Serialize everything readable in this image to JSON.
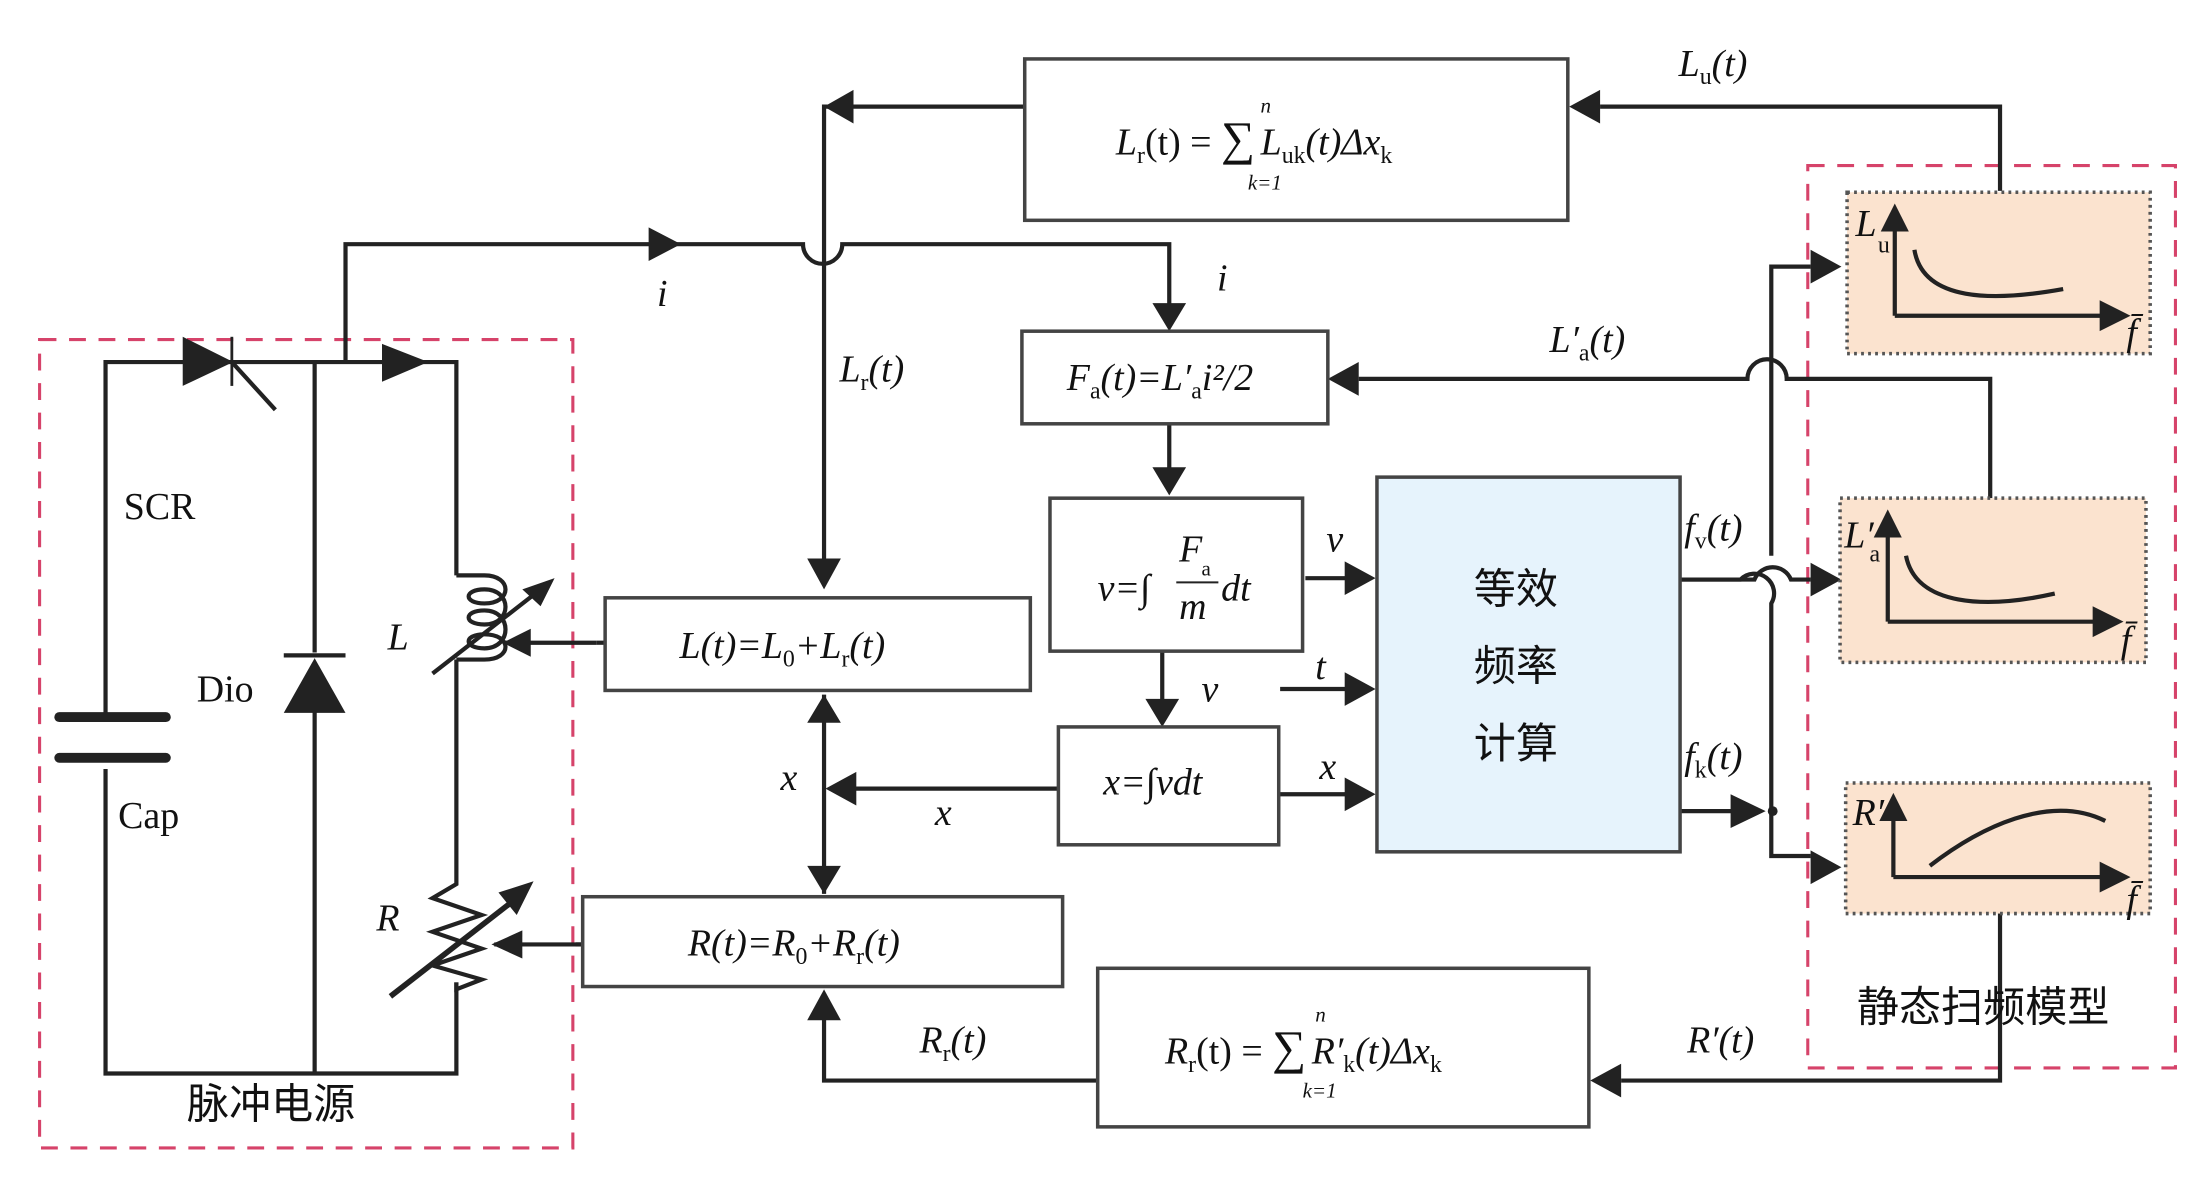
{
  "diagram": {
    "groups": {
      "power_supply": "脉冲电源",
      "static_sweep_model": "静态扫频模型"
    },
    "components": {
      "scr": "SCR",
      "diode": "Dio",
      "capacitor": "Cap",
      "inductor": "L",
      "resistor": "R"
    },
    "blocks": {
      "lr_sum": {
        "lhs": "L",
        "lhs_sub": "r",
        "eq": "(t) = ",
        "sum_top": "n",
        "sum_bottom": "k=1",
        "term": "L",
        "term_sub": "uk",
        "rest": "(t)Δx",
        "rest_sub": "k"
      },
      "force": {
        "lhs": "F",
        "lhs_sub": "a",
        "mid": "(t)=L′",
        "mid_sub": "a",
        "rest": "i²/2"
      },
      "velocity": {
        "lhs": "v=∫",
        "num": "F",
        "num_sub": "a",
        "den": "m",
        "rest": "dt"
      },
      "position": {
        "text": "x=∫vdt"
      },
      "inductance": {
        "text": "L(t)=L",
        "sub0": "0",
        "plus": "+L",
        "sub_r": "r",
        "end": "(t)"
      },
      "resistance": {
        "text": "R(t)=R",
        "sub0": "0",
        "plus": "+R",
        "sub_r": "r",
        "end": "(t)"
      },
      "equiv_freq": {
        "line1": "等效",
        "line2": "频率",
        "line3": "计算"
      },
      "rr_sum": {
        "lhs": "R",
        "lhs_sub": "r",
        "eq": "(t) = ",
        "sum_top": "n",
        "sum_bottom": "k=1",
        "term": "R′",
        "term_sub": "k",
        "rest": "(t)Δx",
        "rest_sub": "k"
      }
    },
    "signals": {
      "i_top": "i",
      "i_down": "i",
      "lr_t": {
        "main": "L",
        "sub": "r",
        "rest": "(t)"
      },
      "lu_t": {
        "main": "L",
        "sub": "u",
        "rest": "(t)"
      },
      "la_t": {
        "main": "L′",
        "sub": "a",
        "rest": "(t)"
      },
      "v_right": "v",
      "v_down": "v",
      "t_in": "t",
      "x_right": "x",
      "x_left": "x",
      "x_vert": "x",
      "fv_t": {
        "main": "f",
        "sub": "v",
        "rest": "(t)"
      },
      "fk_t": {
        "main": "f",
        "sub": "k",
        "rest": "(t)"
      },
      "rr_t": {
        "main": "R",
        "sub": "r",
        "rest": "(t)"
      },
      "rp_t": "R′(t)"
    },
    "plots": [
      {
        "ylabel": "L",
        "ylabel_sub": "u",
        "xlabel": "f̄",
        "trend": "decreasing"
      },
      {
        "ylabel": "L′",
        "ylabel_sub": "a",
        "xlabel": "f̄",
        "trend": "decreasing"
      },
      {
        "ylabel": "R′",
        "ylabel_sub": "",
        "xlabel": "f̄",
        "trend": "increasing"
      }
    ]
  }
}
